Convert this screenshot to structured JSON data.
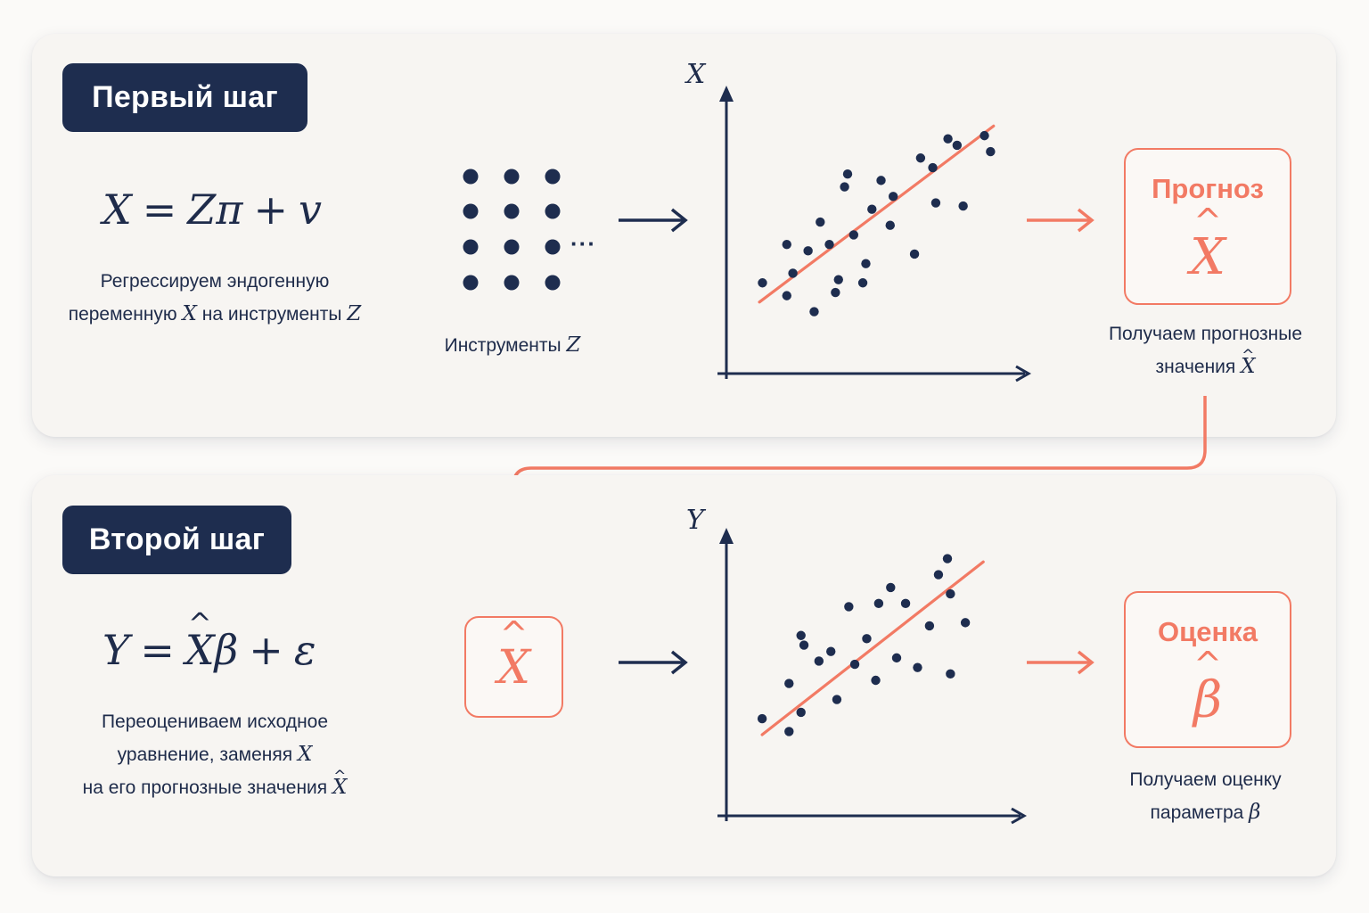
{
  "step1": {
    "badge": "Первый шаг",
    "formula": {
      "lhs": "X",
      "eq": "=",
      "t1": "Zπ",
      "plus": "+",
      "t2": "v"
    },
    "desc": {
      "line1": "Регрессируем эндогенную",
      "line2_pre": "переменную",
      "var_x": "X",
      "line2_mid": "на инструменты",
      "var_z": "Z"
    },
    "instruments": {
      "label_pre": "Инструменты",
      "var": "Z",
      "ellipsis": "···"
    },
    "axis_y": "X",
    "result_box": {
      "title": "Прогноз",
      "symbol": "X"
    },
    "caption": {
      "line1": "Получаем прогнозные",
      "line2_pre": "значения",
      "var": "X"
    }
  },
  "step2": {
    "badge": "Второй шаг",
    "formula": {
      "lhs": "Y",
      "eq": "=",
      "t1": "X",
      "t1b": "β",
      "plus": "+",
      "t2": "ε"
    },
    "desc": {
      "line1": "Переоцениваем исходное",
      "line2_pre": "уравнение, заменяя",
      "var_x": "X",
      "line3_pre": "на его прогнозные значения",
      "var_xhat": "X"
    },
    "input_box": {
      "symbol": "X"
    },
    "axis_y": "Y",
    "result_box": {
      "title": "Оценка",
      "symbol": "β"
    },
    "caption": {
      "line1": "Получаем оценку",
      "line2_pre": "параметра",
      "var": "β"
    }
  },
  "colors": {
    "navy": "#1e2d4f",
    "accent": "#f27a64",
    "panel": "#f7f5f2"
  },
  "chart_data": [
    {
      "type": "scatter",
      "title": "",
      "ylabel": "X",
      "xlabel": "",
      "grid": false,
      "points": [
        [
          0.6,
          2.5
        ],
        [
          1.4,
          3.7
        ],
        [
          1.6,
          2.8
        ],
        [
          1.4,
          2.1
        ],
        [
          2.3,
          1.6
        ],
        [
          2.1,
          3.5
        ],
        [
          2.5,
          4.4
        ],
        [
          2.8,
          3.7
        ],
        [
          3.1,
          2.6
        ],
        [
          3.3,
          5.5
        ],
        [
          3.6,
          4.0
        ],
        [
          3.0,
          2.2
        ],
        [
          4.2,
          4.8
        ],
        [
          4.5,
          5.7
        ],
        [
          4.0,
          3.1
        ],
        [
          3.9,
          2.5
        ],
        [
          4.8,
          4.3
        ],
        [
          5.8,
          6.4
        ],
        [
          6.3,
          5.0
        ],
        [
          6.7,
          7.0
        ],
        [
          6.2,
          6.1
        ],
        [
          7.0,
          6.8
        ],
        [
          7.2,
          4.9
        ],
        [
          5.6,
          3.4
        ],
        [
          7.9,
          7.1
        ],
        [
          8.1,
          6.6
        ],
        [
          3.4,
          5.9
        ],
        [
          4.9,
          5.2
        ]
      ],
      "fit_line": {
        "x": [
          0.5,
          8.2
        ],
        "y": [
          1.9,
          7.4
        ]
      }
    },
    {
      "type": "scatter",
      "title": "",
      "ylabel": "Y",
      "xlabel": "",
      "grid": false,
      "points": [
        [
          0.6,
          2.7
        ],
        [
          1.5,
          3.8
        ],
        [
          1.5,
          2.3
        ],
        [
          1.9,
          2.9
        ],
        [
          1.9,
          5.3
        ],
        [
          2.5,
          4.5
        ],
        [
          2.9,
          4.8
        ],
        [
          3.1,
          3.3
        ],
        [
          3.5,
          6.2
        ],
        [
          3.7,
          4.4
        ],
        [
          4.1,
          5.2
        ],
        [
          4.4,
          3.9
        ],
        [
          4.9,
          6.8
        ],
        [
          5.1,
          4.6
        ],
        [
          5.4,
          6.3
        ],
        [
          5.8,
          4.3
        ],
        [
          6.2,
          5.6
        ],
        [
          6.5,
          7.2
        ],
        [
          6.9,
          6.6
        ],
        [
          7.4,
          5.7
        ],
        [
          6.9,
          4.1
        ],
        [
          6.8,
          7.7
        ],
        [
          2.0,
          5.0
        ],
        [
          4.5,
          6.3
        ]
      ],
      "fit_line": {
        "x": [
          0.6,
          8.0
        ],
        "y": [
          2.2,
          7.6
        ]
      }
    }
  ]
}
